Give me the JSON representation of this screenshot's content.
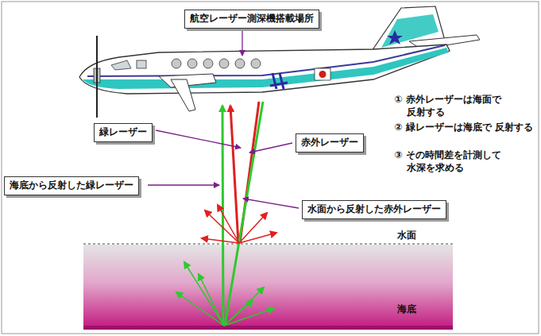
{
  "diagram": {
    "nodes": [
      {
        "text": [
          "航空レーザー測深機搭載場所"
        ]
      },
      {
        "text": [
          "緑レーザー"
        ]
      },
      {
        "text": [
          "赤外レーザー"
        ]
      },
      {
        "text": [
          "海底から反射した緑レーザー"
        ]
      },
      {
        "text": [
          "水面から反射した赤外レーザー"
        ]
      }
    ],
    "labels": [
      "① 赤外レーザーは海面で 反射する",
      "② 緑レーザーは海底で 反射する",
      "③ その時間差を計測して 水深を求める",
      "水面",
      "海底"
    ]
  }
}
